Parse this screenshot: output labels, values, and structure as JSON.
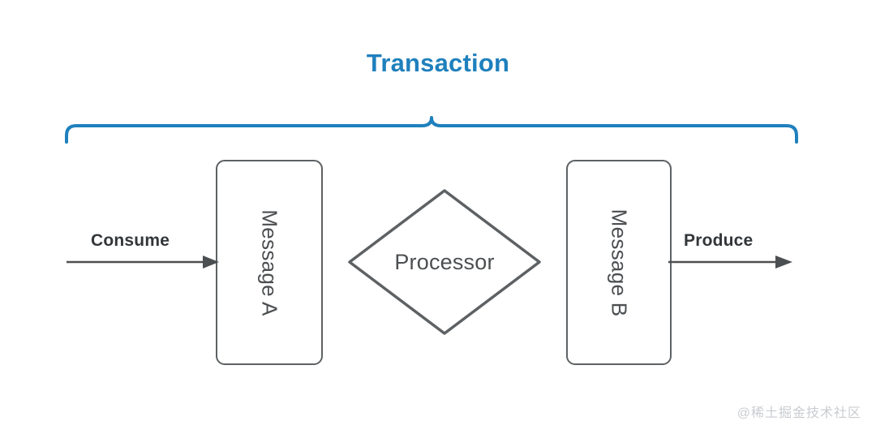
{
  "diagram": {
    "title": "Transaction",
    "title_color": "#1f80bd",
    "brace": {
      "name": "transaction-scope-brace",
      "color": "#1f80bd"
    },
    "nodes": [
      {
        "id": "message-a",
        "label": "Message A",
        "shape": "rounded-rectangle",
        "orientation": "vertical-text"
      },
      {
        "id": "processor",
        "label": "Processor",
        "shape": "diamond",
        "orientation": "horizontal-text"
      },
      {
        "id": "message-b",
        "label": "Message B",
        "shape": "rounded-rectangle",
        "orientation": "vertical-text"
      }
    ],
    "edges": [
      {
        "id": "consume-arrow",
        "label": "Consume",
        "direction": "right",
        "target": "message-a"
      },
      {
        "id": "produce-arrow",
        "label": "Produce",
        "direction": "right",
        "source": "message-b"
      }
    ],
    "shape_stroke_color": "#5e6163",
    "label_text_color": "#4c4f51",
    "arrow_color": "#4c4f51"
  },
  "watermark": {
    "text": "@稀土掘金技术社区",
    "color": "#c9ccd0"
  }
}
